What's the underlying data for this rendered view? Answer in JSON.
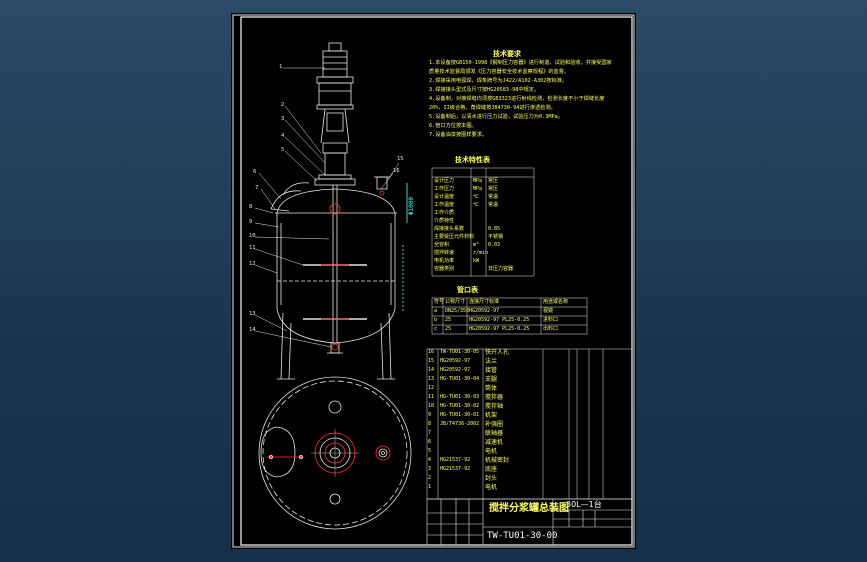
{
  "drawing": {
    "tech_req_title": "技术要求",
    "tech_spec_title": "技术特性表",
    "nozzle_table_title": "管口表",
    "title_block": {
      "name": "搅拌分浆罐总装图",
      "quantity": "30L—1台",
      "drawing_no": "TW-TU01-30-00"
    },
    "tech_req_lines": [
      "1.本设备按GB150-1998《钢制压力容器》进行制造、试验和验收，并接受国家",
      "  质量技术监督局颁发《压力容器安全技术监察规程》的监督。",
      "2.焊接采用电弧焊，焊条牌号为J422/A102-A302按标准。",
      "3.焊接接头型式及尺寸按HG20583-98中规定。",
      "4.设备制，对接焊缝均须按GB3323进行射线检测，检测长度不小于焊缝长度",
      "  20%，II级合格，角焊缝按JB4730-94进行渗透检测。",
      "5.设备制后，以清水进行压力试验，试验压力为0.3MPa。",
      "6.管口方位按本图。",
      "7.设备油漆按图样要求。"
    ],
    "labels": {
      "callouts": [
        "1",
        "2",
        "3",
        "4",
        "5",
        "6",
        "7",
        "8",
        "9",
        "10",
        "11",
        "12",
        "13",
        "14",
        "15",
        "16"
      ],
      "dim_vertical": "Φ1000"
    },
    "nozzle_table": {
      "headers": [
        "符号",
        "公称尺寸",
        "连接尺寸标准",
        "用途或名称"
      ],
      "rows": [
        [
          "a",
          "DN25/350",
          "HG20592-97",
          "视镜"
        ],
        [
          "b",
          "25",
          "HG20592-97 PL25-0.25",
          "进料口"
        ],
        [
          "c",
          "25",
          "HG20592-97 PL25-0.25",
          "出料口"
        ]
      ]
    },
    "spec_rows": [
      [
        "设计压力",
        "MPa",
        "常压"
      ],
      [
        "工作压力",
        "MPa",
        "常压"
      ],
      [
        "设计温度",
        "℃",
        "常温"
      ],
      [
        "工作温度",
        "℃",
        "常温"
      ],
      [
        "工作介质",
        "",
        ""
      ],
      [
        "介质特性",
        "",
        ""
      ],
      [
        "焊接接头系数",
        "",
        "0.85"
      ],
      [
        "主要受压元件材料",
        "",
        "不锈钢"
      ],
      [
        "全容积",
        "m³",
        "0.03"
      ],
      [
        "搅拌转速",
        "r/min",
        ""
      ],
      [
        "电机功率",
        "kW",
        ""
      ],
      [
        "容器类别",
        "",
        "非压力容器"
      ]
    ],
    "parts_rows": [
      [
        "16",
        "TW-TU01-30-05",
        "快开人孔"
      ],
      [
        "15",
        "HG20592-97",
        "法兰"
      ],
      [
        "14",
        "HG20592-97",
        "接管"
      ],
      [
        "13",
        "HG-TU01-30-04",
        "支腿"
      ],
      [
        "12",
        "",
        "筒体"
      ],
      [
        "11",
        "HG-TU01-30-03",
        "搅拌器"
      ],
      [
        "10",
        "HG-TU01-30-02",
        "搅拌轴"
      ],
      [
        "9",
        "HG-TU01-30-01",
        "机架"
      ],
      [
        "8",
        "JB/T4736-2002",
        "补强圈"
      ],
      [
        "7",
        "",
        "联轴器"
      ],
      [
        "6",
        "",
        "减速机"
      ],
      [
        "5",
        "",
        "电机"
      ],
      [
        "4",
        "HG21537-92",
        "机械密封"
      ],
      [
        "3",
        "HG21537-92",
        "底座"
      ],
      [
        "2",
        "",
        "封头"
      ],
      [
        "1",
        "",
        "电机"
      ]
    ],
    "colors": {
      "line_yellow": "#ffff66",
      "line_white": "#e8e8e8",
      "line_red": "#ff3333",
      "line_cyan": "#55ffff",
      "sheet": "#000000"
    }
  }
}
